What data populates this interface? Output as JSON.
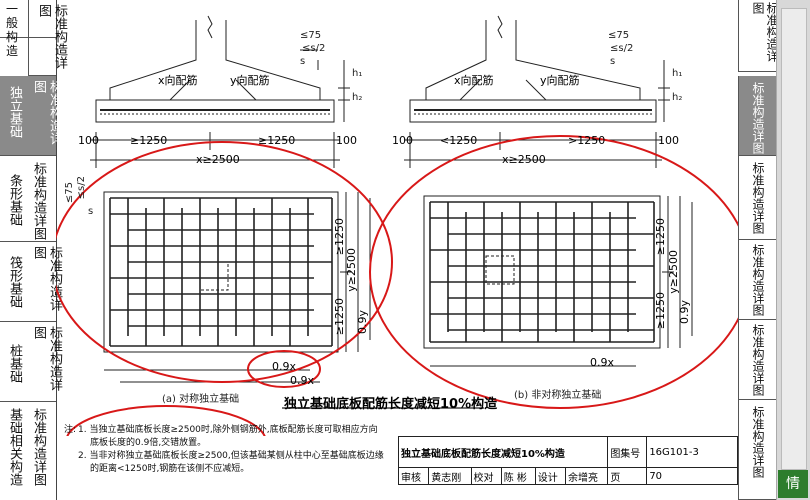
{
  "left_tabs": [
    {
      "label": "一般构造",
      "active": false
    },
    {
      "label": "标准构造详图",
      "active": false
    },
    {
      "label": "独立基础",
      "active": true
    },
    {
      "label": "标准构造详图",
      "active": false
    },
    {
      "label": "条形基础",
      "active": false
    },
    {
      "label": "标准构造详图",
      "active": false
    },
    {
      "label": "筏形基础",
      "active": false
    },
    {
      "label": "标准构造详图",
      "active": false
    },
    {
      "label": "桩基础",
      "active": false
    },
    {
      "label": "标准构造详图",
      "active": false
    },
    {
      "label": "基础相关构造",
      "active": false
    },
    {
      "label": "标准构造详图",
      "active": false
    }
  ],
  "right_tabs": [
    {
      "label": "标准构造详图",
      "active": false
    },
    {
      "label": "标准构造详图",
      "active": true
    },
    {
      "label": "标准构造详图",
      "active": false
    },
    {
      "label": "标准构造详图",
      "active": false
    },
    {
      "label": "标准构造详图",
      "active": false
    },
    {
      "label": "标准构造详图",
      "active": false
    }
  ],
  "info_button": "情",
  "drawing": {
    "section_a": {
      "x_rebar": "x向配筋",
      "y_rebar": "y向配筋",
      "dim_100_left": "100",
      "dim_1250_a": "≥1250",
      "dim_1250_b": "≥1250",
      "dim_100_right": "100",
      "dim_x_total": "x≥2500",
      "lt75": "≤75",
      "s_half": "≤s/2",
      "s": "s",
      "h1": "h₁",
      "h2": "h₂"
    },
    "section_b": {
      "x_rebar": "x向配筋",
      "y_rebar": "y向配筋",
      "dim_100_left": "100",
      "dim_1250_a": "<1250",
      "dim_1250_b": ">1250",
      "dim_100_right": "100",
      "dim_x_total": "x≥2500",
      "lt75": "≤75",
      "s_half": "≤s/2",
      "s": "s",
      "h1": "h₁",
      "h2": "h₂"
    },
    "plan_a": {
      "left_75": "≤75",
      "left_s2": "≤s/2",
      "left_s": "s",
      "dim_1250_top": "≥1250",
      "dim_1250_bot": "≥1250",
      "dim_y_total": "y≥2500",
      "dim_09y": "0.9y",
      "dim_09x_a": "0.9x",
      "dim_09x_b": "0.9x",
      "caption": "(a)  对称独立基础"
    },
    "plan_b": {
      "dim_1250_top": "≥1250",
      "dim_1250_bot": "≥1250",
      "dim_y_total": "y≥2500",
      "dim_09y": "0.9y",
      "dim_09x": "0.9x",
      "caption": "(b)  非对称独立基础"
    },
    "main_title": "独立基础底板配筋长度减短10%构造"
  },
  "notes": {
    "label": "注:",
    "line1": "1. 当独立基础底板长度≥2500时,除外侧钢筋外,底板配筋长度可取相应方向",
    "line2": "底板长度的0.9倍,交错放置。",
    "line3": "2. 当非对称独立基础底板长度≥2500,但该基础某侧从柱中心至基础底板边缘",
    "line4": "的距离<1250时,钢筋在该侧不应减短。"
  },
  "title_block": {
    "title": "独立基础底板配筋长度减短10%构造",
    "atlas_label": "图集号",
    "atlas_no": "16G101-3",
    "review_label": "审核",
    "review_name": "黄志刚",
    "check_label": "校对",
    "check_name": "陈 彬",
    "design_label": "设计",
    "design_name": "余增亮",
    "page_label": "页",
    "page_no": "70"
  },
  "colors": {
    "annotation_red": "#d81818",
    "tab_active": "#8a8a8a",
    "info_green": "#2d7d2d"
  }
}
